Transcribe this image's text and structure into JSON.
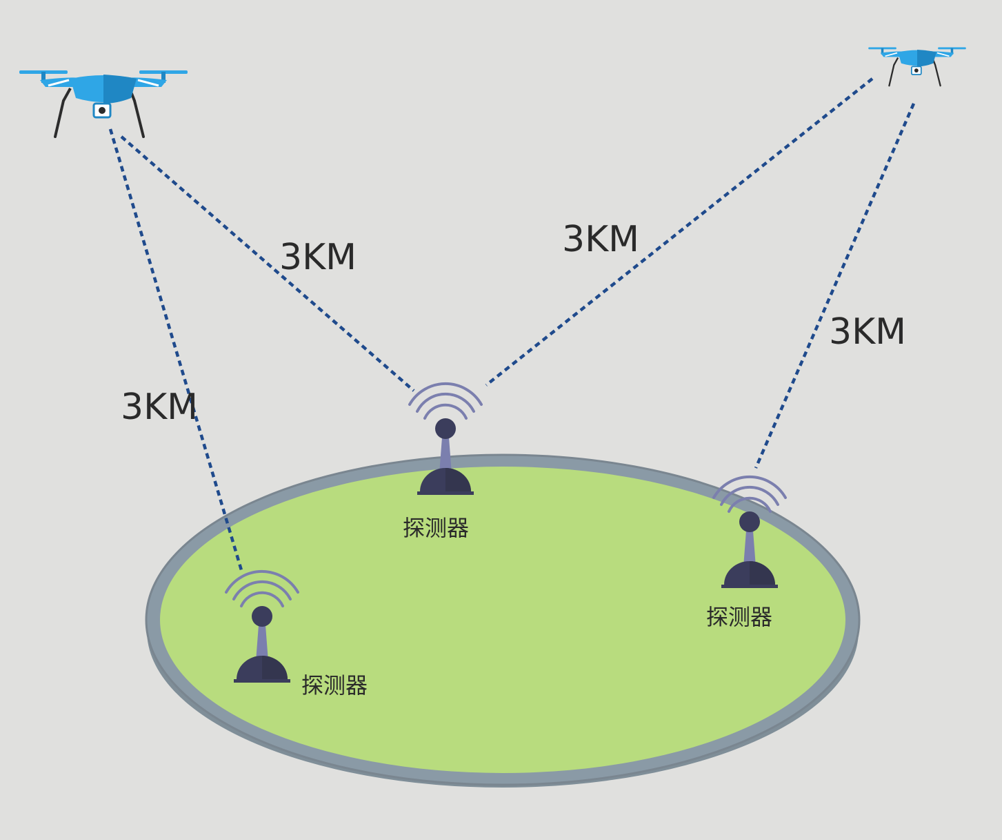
{
  "colors": {
    "background": "#e0e0de",
    "field": "#b8dc7e",
    "field_rim": "#9aaab4",
    "field_edge": "#7f8e98",
    "link_line": "#1f4a8c",
    "drone_body": "#2fa6e6",
    "drone_dark": "#1f87c4",
    "detector_base": "#3b3d5c",
    "detector_mast": "#7b7fae",
    "signal_waves": "#7b7fae"
  },
  "links": [
    {
      "from": "drone-left",
      "to": "detector-left",
      "label": "3KM"
    },
    {
      "from": "drone-left",
      "to": "detector-center",
      "label": "3KM"
    },
    {
      "from": "drone-right",
      "to": "detector-center",
      "label": "3KM"
    },
    {
      "from": "drone-right",
      "to": "detector-right",
      "label": "3KM"
    }
  ],
  "detectors": [
    {
      "id": "detector-center",
      "label": "探测器",
      "icon": "antenna-tower-icon"
    },
    {
      "id": "detector-right",
      "label": "探测器",
      "icon": "antenna-tower-icon"
    },
    {
      "id": "detector-left",
      "label": "探测器",
      "icon": "antenna-tower-icon"
    }
  ],
  "drones": [
    {
      "id": "drone-left",
      "icon": "drone-icon"
    },
    {
      "id": "drone-right",
      "icon": "drone-icon"
    }
  ]
}
